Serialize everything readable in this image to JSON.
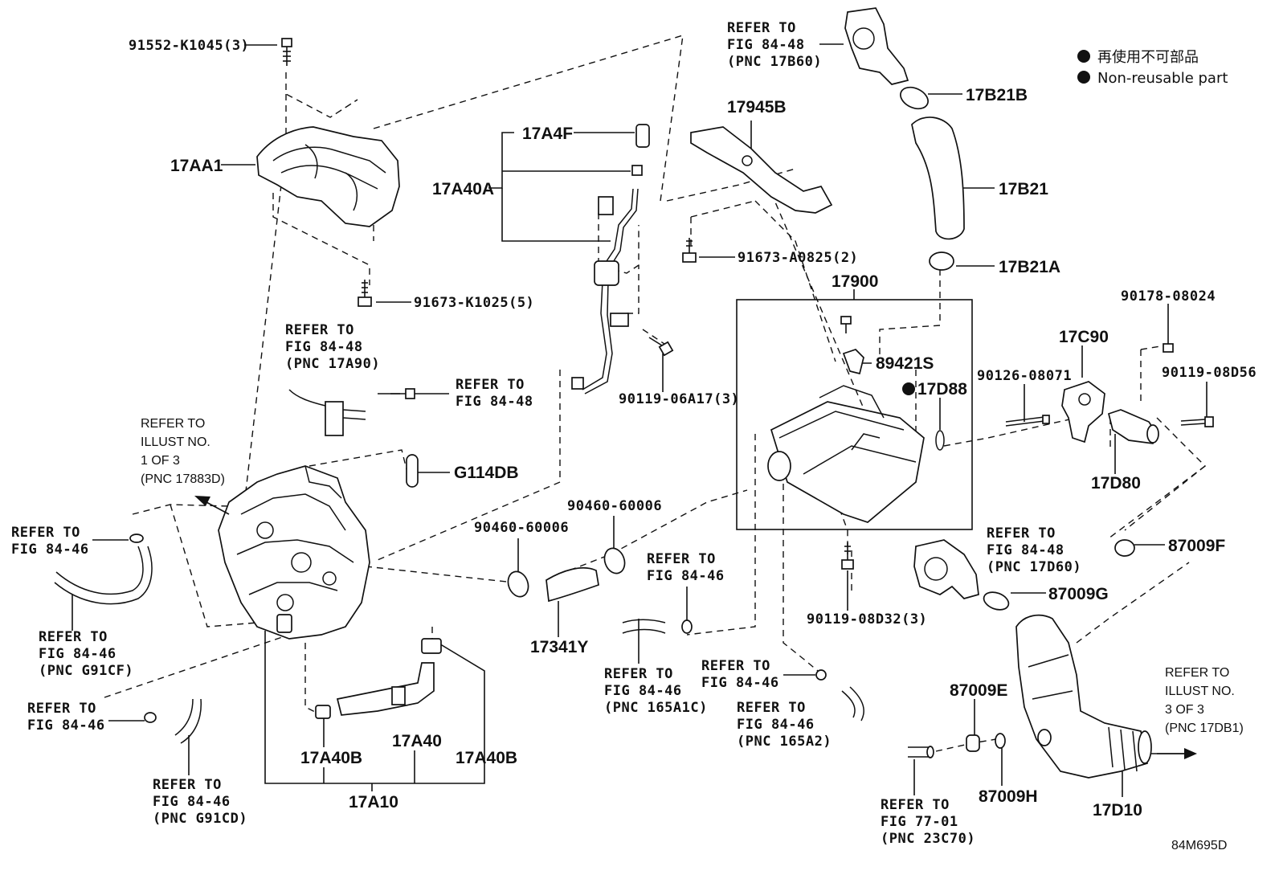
{
  "legend": {
    "jp": "再使用不可部品",
    "en": "Non-reusable part"
  },
  "drawing_code": "84M695D",
  "callouts": {
    "c91552": "91552-K1045(3)",
    "c17AA1": "17AA1",
    "c91673k": "91673-K1025(5)",
    "c17A4F": "17A4F",
    "c17A40A": "17A40A",
    "c90119_06": "90119-06A17(3)",
    "c17945B": "17945B",
    "c91673a": "91673-A0825(2)",
    "c17B21B": "17B21B",
    "c17B21": "17B21",
    "c17B21A": "17B21A",
    "c17900": "17900",
    "c89421S": "89421S",
    "c17D88": "17D88",
    "c17C90": "17C90",
    "c90178": "90178-08024",
    "c90126": "90126-08071",
    "c90119_d56": "90119-08D56",
    "c17D80": "17D80",
    "cG114DB": "G114DB",
    "c90460a": "90460-60006",
    "c90460b": "90460-60006",
    "c17341Y": "17341Y",
    "c90119_d32": "90119-08D32(3)",
    "c87009F": "87009F",
    "c87009G": "87009G",
    "c87009E": "87009E",
    "c87009H": "87009H",
    "c17D10": "17D10",
    "c17A40B_l": "17A40B",
    "c17A40": "17A40",
    "c17A40B_r": "17A40B",
    "c17A10": "17A10"
  },
  "refer_notes": {
    "r_17B60": [
      "REFER TO",
      "FIG 84-48",
      "(PNC 17B60)"
    ],
    "r_17A90": [
      "REFER TO",
      "FIG 84-48",
      "(PNC 17A90)"
    ],
    "r_8448": [
      "REFER TO",
      "FIG 84-48"
    ],
    "r_illust1": [
      "REFER TO",
      "ILLUST NO.",
      "1 OF 3",
      "(PNC 17883D)"
    ],
    "r_8446_left": [
      "REFER TO",
      "FIG 84-46"
    ],
    "r_G91CF": [
      "REFER TO",
      "FIG 84-46",
      "(PNC G91CF)"
    ],
    "r_8446_lowleft": [
      "REFER TO",
      "FIG 84-46"
    ],
    "r_G91CD": [
      "REFER TO",
      "FIG 84-46",
      "(PNC G91CD)"
    ],
    "r_8446_mid": [
      "REFER TO",
      "FIG 84-46"
    ],
    "r_165A1C": [
      "REFER TO",
      "FIG 84-46",
      "(PNC 165A1C)"
    ],
    "r_8446_mid2": [
      "REFER TO",
      "FIG 84-46"
    ],
    "r_165A2": [
      "REFER TO",
      "FIG 84-46",
      "(PNC 165A2)"
    ],
    "r_17D60": [
      "REFER TO",
      "FIG 84-48",
      "(PNC 17D60)"
    ],
    "r_illust3": [
      "REFER TO",
      "ILLUST NO.",
      "3 OF 3",
      "(PNC 17DB1)"
    ],
    "r_23C70": [
      "REFER TO",
      "FIG 77-01",
      "(PNC 23C70)"
    ]
  }
}
